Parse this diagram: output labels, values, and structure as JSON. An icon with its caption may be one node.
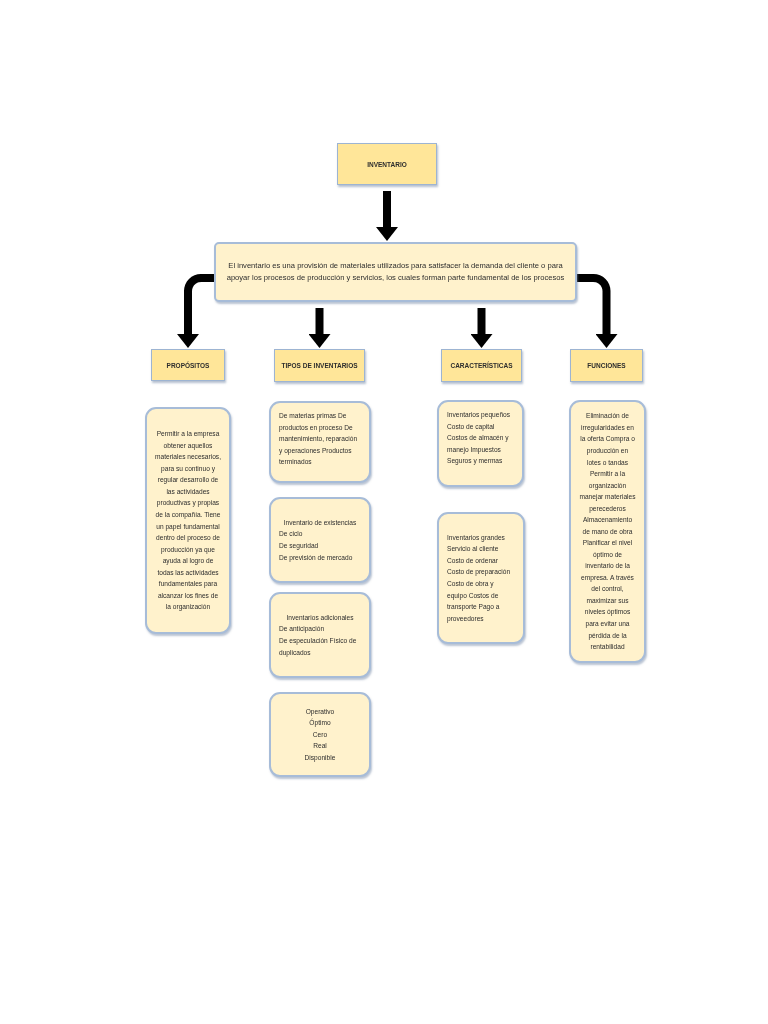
{
  "diagram": {
    "nodes": [
      {
        "text": [
          "INVENTARIO"
        ]
      },
      {
        "text": [
          "El inventario es una provisión de materiales utilizados para satisfacer la demanda del cliente o para apoyar los procesos de producción y servicios, los cuales forman parte fundamental de los procesos"
        ]
      },
      {
        "text": [
          "PROPÓSITOS"
        ]
      },
      {
        "text": [
          "TIPOS DE INVENTARIOS"
        ]
      },
      {
        "text": [
          "CARACTERÍSTICAS"
        ]
      },
      {
        "text": [
          "FUNCIONES"
        ]
      },
      {
        "text": [
          "Permitir a la empresa obtener aquellos materiales necesarios, para su continuo y regular desarrollo de las actividades productivas y propias de la compañía. Tiene un papel fundamental dentro del proceso de producción ya que ayuda al logro de todas las actividades fundamentales para alcanzar los fines de la organización"
        ]
      },
      {
        "text": [
          "De materias primas De productos en proceso De mantenimiento, reparación y operaciones Productos terminados"
        ]
      },
      {
        "text": [
          "Inventario de existencias",
          "De ciclo",
          "De seguridad",
          "De previsión de mercado"
        ]
      },
      {
        "text": [
          "Inventarios adicionales",
          "De anticipación",
          "De especulación Físico de duplicados"
        ]
      },
      {
        "text": [
          "Operativo",
          "Óptimo",
          "Cero",
          "Real",
          "Disponible"
        ]
      },
      {
        "text": [
          "Inventarios pequeños Costo de capital Costos de almacén y manejo Impuestos Seguros y mermas"
        ]
      },
      {
        "text": [
          "Inventarios grandes Servicio al cliente Costo de ordenar Costo de preparación Costo de obra y equipo Costos de transporte Pago a proveedores"
        ]
      },
      {
        "text": [
          "Eliminación de irregularidades en la oferta Compra o producción en lotes o tandas Permitir a la organización manejar materiales perecederos Almacenamiento de mano de obra Planificar el nivel óptimo de inventario de la empresa. A través del control, maximizar sus niveles óptimos para evitar una pérdida de la rentabilidad"
        ]
      }
    ],
    "edges": [
      {
        "from": 0,
        "to": 1,
        "arrow": "to"
      },
      {
        "from": 1,
        "to": 2,
        "arrow": "to"
      },
      {
        "from": 1,
        "to": 3,
        "arrow": "to"
      },
      {
        "from": 1,
        "to": 4,
        "arrow": "to"
      },
      {
        "from": 1,
        "to": 5,
        "arrow": "to"
      }
    ]
  }
}
